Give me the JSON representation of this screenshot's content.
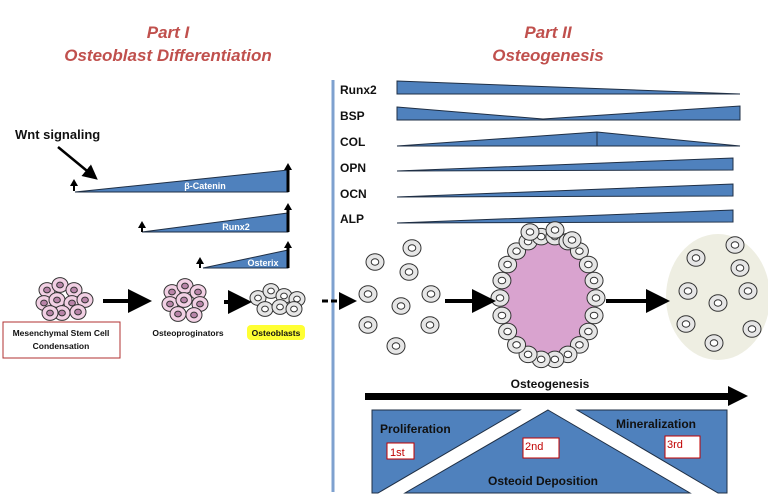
{
  "part1": {
    "title": "Part I",
    "subtitle": "Osteoblast Differentiation"
  },
  "part2": {
    "title": "Part II",
    "subtitle": "Osteogenesis"
  },
  "wnt_label": "Wnt signaling",
  "factors_part1": [
    "β-Catenin",
    "Runx2",
    "Osterix"
  ],
  "stages_part1": {
    "msc": [
      "Mesenchymal Stem Cell",
      "Condensation"
    ],
    "progenitors": "Osteoproginators",
    "osteoblasts": "Osteoblasts"
  },
  "markers": [
    "Runx2",
    "BSP",
    "COL",
    "OPN",
    "OCN",
    "ALP"
  ],
  "osteogenesis_label": "Osteogenesis",
  "phases": [
    {
      "name": "Proliferation",
      "order": "1st"
    },
    {
      "name": "Osteoid Deposition",
      "order": "2nd"
    },
    {
      "name": "Mineralization",
      "order": "3rd"
    }
  ],
  "colors": {
    "title": "#c0504d",
    "wedge": "#4f81bd",
    "pink_cell": "#f2d0e4",
    "gray_cell": "#e6e6e6",
    "matrix": "#d9a3cf",
    "mineral": "#eeeee2",
    "highlight": "#ffff33",
    "box_border": "#c00000"
  }
}
